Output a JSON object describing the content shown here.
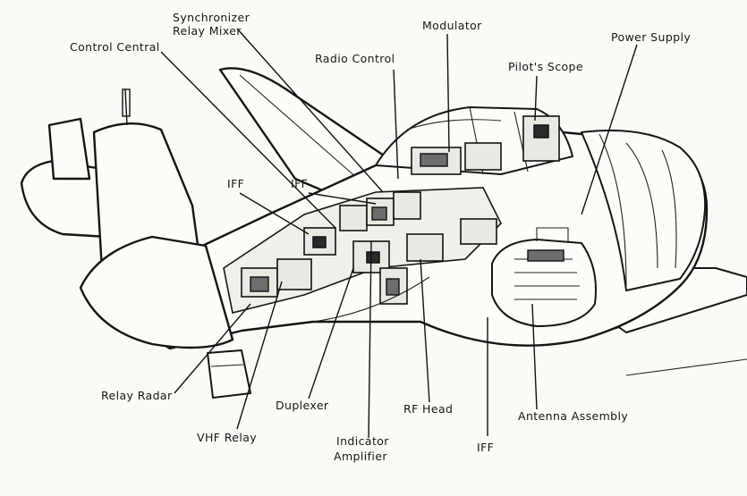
{
  "labels": {
    "synchronizer_line1": "Synchronizer",
    "synchronizer_line2": "Relay Mixer",
    "modulator": "Modulator",
    "power_supply": "Power Supply",
    "control_central": "Control Central",
    "radio_control": "Radio Control",
    "pilots_scope": "Pilot's Scope",
    "iff_left": "IFF",
    "iff_center": "IFF",
    "iff_bottom": "IFF",
    "relay_radar": "Relay Radar",
    "vhf_relay": "VHF Relay",
    "duplexer": "Duplexer",
    "indicator_line1": "Indicator",
    "indicator_line2": "Amplifier",
    "rf_head": "RF Head",
    "antenna_assembly": "Antenna Assembly"
  }
}
